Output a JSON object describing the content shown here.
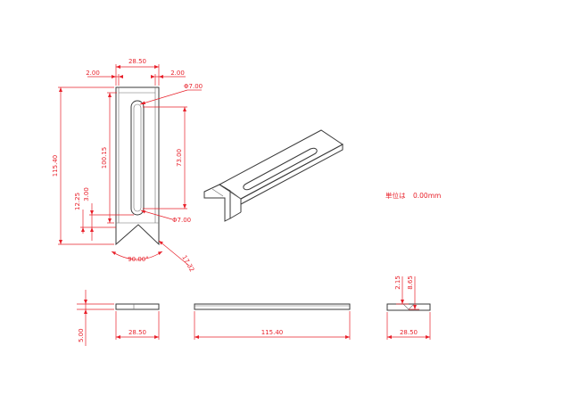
{
  "dimensions": {
    "top_width": "28.50",
    "left_margin": "2.00",
    "right_margin": "2.00",
    "hole_diameter_top": "Φ7.00",
    "hole_diameter_bottom": "Φ7.00",
    "overall_length": "115.40",
    "inner_length": "100.15",
    "slot_length": "73.00",
    "offset_a": "12.25",
    "offset_b": "3.00",
    "v_angle": "90.00°",
    "v_depth": "17.32",
    "side_height": "5.00",
    "side_width": "28.50",
    "front_length": "115.40",
    "end_width": "28.50",
    "groove_depth_a": "2.15",
    "groove_depth_b": "8.65"
  },
  "note": {
    "unit_label": "単位は",
    "unit_value": "0.00mm"
  },
  "colors": {
    "dimension": "#e8202a",
    "part": "#3a3a3a"
  }
}
